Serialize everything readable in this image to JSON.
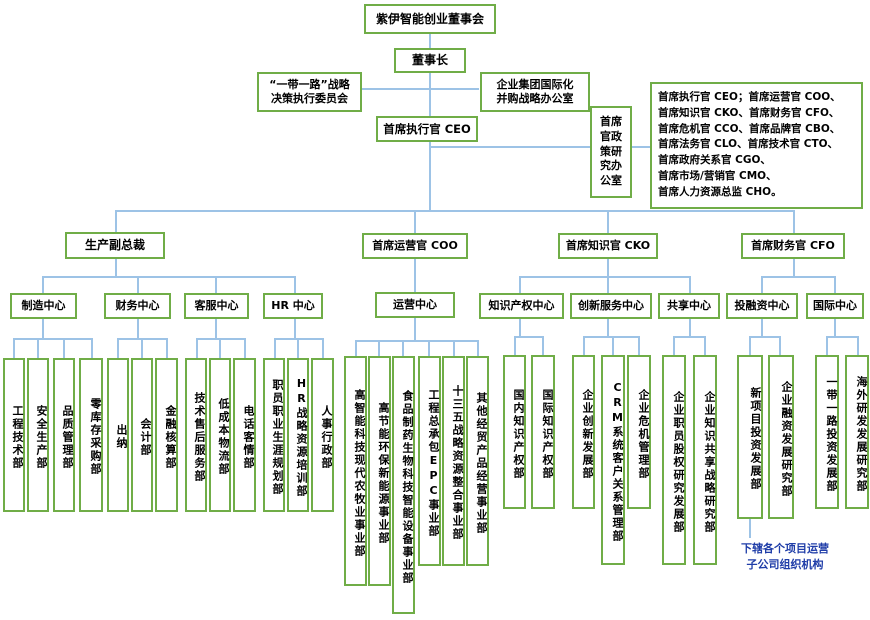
{
  "org": {
    "root": "紫伊智能创业董事会",
    "chairman": "董事长",
    "strategy_committee": [
      "“一带一路”战略",
      "决策执行委员会"
    ],
    "mna_office": [
      "企业集团国际化",
      "并购战略办公室"
    ],
    "ceo": "首席执行官 CEO",
    "policy_office": "首席官政策研究办公室",
    "chief_officers": [
      "首席执行官 CEO；首席运营官 COO、",
      "首席知识官 CKO、首席财务官 CFO、",
      "首席危机官 CCO、首席品牌官 CBO、",
      "首席法务官 CLO、首席技术官 CTO、",
      "首席政府关系官 CGO、",
      "首席市场/营销官 CMO、",
      "首席人力资源总监 CHO。"
    ],
    "vps": [
      "生产副总裁",
      "首席运营官 COO",
      "首席知识官 CKO",
      "首席财务官 CFO"
    ],
    "centers": {
      "manufacturing": "制造中心",
      "finance": "财务中心",
      "customer": "客服中心",
      "hr": "HR 中心",
      "operations": "运营中心",
      "ip": "知识产权中心",
      "innovation": "创新服务中心",
      "sharing": "共享中心",
      "investment": "投融资中心",
      "international": "国际中心"
    },
    "depts": {
      "manufacturing": [
        "工程技术部",
        "安全生产部",
        "品质管理部",
        "零库存采购部"
      ],
      "finance": [
        "出纳",
        "会计部",
        "金融核算部"
      ],
      "customer": [
        "技术售后服务部",
        "低成本物流部",
        "电话客情部"
      ],
      "hr": [
        "职员职业生涯规划部",
        "HR战略资源培训部",
        "人事行政部"
      ],
      "operations": [
        "高智能科技现代农牧业事业部",
        "高节能环保新能源事业部",
        "食品制药生物科技智能设备事业部",
        "工程总承包EPC事业部",
        "十三五战略资源整合事业部",
        "其他经贸产品经营事业部"
      ],
      "ip": [
        "国内知识产权部",
        "国际知识产权部"
      ],
      "innovation": [
        "企业创新发展部",
        "CRM系统客户关系管理部",
        "企业危机管理部"
      ],
      "sharing": [
        "企业职员股权研究发展部",
        "企业知识共享战略研究部"
      ],
      "investment": [
        "新项目投资发展部",
        "企业融资发展研究部"
      ],
      "international": [
        "一带一路投资发展部",
        "海外研发发展研究部"
      ]
    },
    "subsidiary_note": [
      "下辖各个项目运营",
      "子公司组织机构"
    ]
  }
}
